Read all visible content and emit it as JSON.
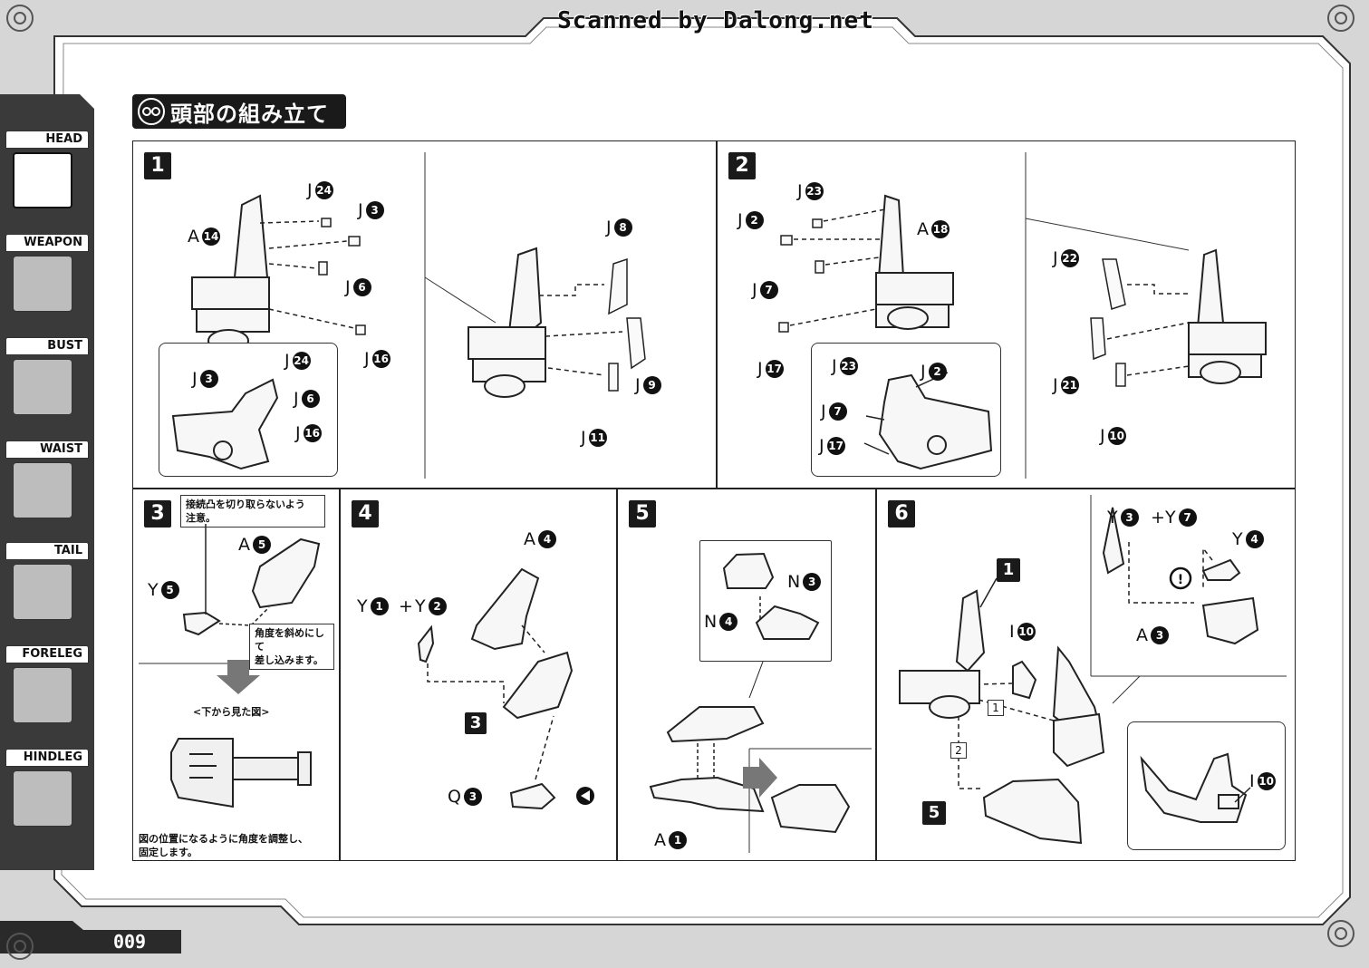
{
  "scan_credit": "Scanned by Dalong.net",
  "title": "頭部の組み立て",
  "page_number": "009",
  "sidebar": {
    "tabs": [
      {
        "label": "HEAD",
        "active": true
      },
      {
        "label": "WEAPON",
        "active": false
      },
      {
        "label": "BUST",
        "active": false
      },
      {
        "label": "WAIST",
        "active": false
      },
      {
        "label": "TAIL",
        "active": false
      },
      {
        "label": "FORELEG",
        "active": false
      },
      {
        "label": "HINDLEG",
        "active": false
      }
    ]
  },
  "steps": {
    "s1": {
      "num": "1",
      "parts": [
        {
          "letter": "J",
          "num": "24"
        },
        {
          "letter": "J",
          "num": "3"
        },
        {
          "letter": "A",
          "num": "14"
        },
        {
          "letter": "J",
          "num": "6"
        },
        {
          "letter": "J",
          "num": "16"
        },
        {
          "letter": "J",
          "num": "8"
        },
        {
          "letter": "J",
          "num": "9"
        },
        {
          "letter": "J",
          "num": "11"
        }
      ],
      "inset": [
        {
          "letter": "J",
          "num": "24"
        },
        {
          "letter": "J",
          "num": "3"
        },
        {
          "letter": "J",
          "num": "6"
        },
        {
          "letter": "J",
          "num": "16"
        }
      ]
    },
    "s2": {
      "num": "2",
      "parts": [
        {
          "letter": "J",
          "num": "23"
        },
        {
          "letter": "J",
          "num": "2"
        },
        {
          "letter": "A",
          "num": "18"
        },
        {
          "letter": "J",
          "num": "7"
        },
        {
          "letter": "J",
          "num": "17"
        },
        {
          "letter": "J",
          "num": "22"
        },
        {
          "letter": "J",
          "num": "21"
        },
        {
          "letter": "J",
          "num": "10"
        }
      ],
      "inset": [
        {
          "letter": "J",
          "num": "23"
        },
        {
          "letter": "J",
          "num": "2"
        },
        {
          "letter": "J",
          "num": "7"
        },
        {
          "letter": "J",
          "num": "17"
        }
      ]
    },
    "s3": {
      "num": "3",
      "note_top": "接続凸を切り取らないよう\n注意。",
      "note_angle": "角度を斜めにして\n差し込みます。",
      "view_label": "<下から見た図>",
      "note_bottom": "図の位置になるように角度を調整し、\n固定します。",
      "parts": [
        {
          "letter": "A",
          "num": "5"
        },
        {
          "letter": "Y",
          "num": "5"
        }
      ]
    },
    "s4": {
      "num": "4",
      "parts": [
        {
          "letter": "A",
          "num": "4"
        },
        {
          "letter": "Y",
          "num": "1"
        },
        {
          "letter": "Y",
          "num": "2"
        },
        {
          "letter": "Q",
          "num": "3"
        }
      ],
      "plus": "+",
      "ref": "3"
    },
    "s5": {
      "num": "5",
      "parts": [
        {
          "letter": "N",
          "num": "3"
        },
        {
          "letter": "N",
          "num": "4"
        },
        {
          "letter": "A",
          "num": "1"
        }
      ]
    },
    "s6": {
      "num": "6",
      "parts": [
        {
          "letter": "Y",
          "num": "3"
        },
        {
          "letter": "Y",
          "num": "7"
        },
        {
          "letter": "Y",
          "num": "4"
        },
        {
          "letter": "A",
          "num": "3"
        },
        {
          "letter": "I",
          "num": "10"
        },
        {
          "letter": "I",
          "num": "10"
        }
      ],
      "plus": "+",
      "ref_1": "1",
      "ref_5": "5",
      "sub_1": "1",
      "sub_2": "2"
    }
  }
}
